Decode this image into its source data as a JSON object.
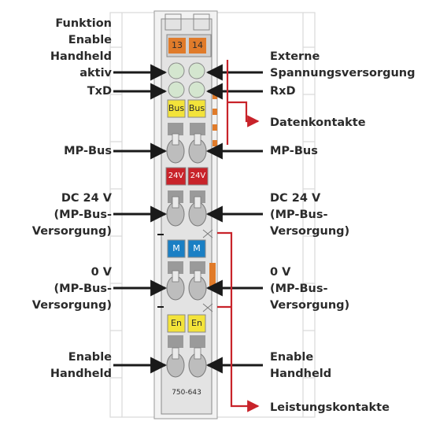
{
  "module": {
    "model": "750-643",
    "colors": {
      "orange": "#e07b2a",
      "yellow": "#f3e33a",
      "red": "#c8232a",
      "blue": "#1a7fc4",
      "green_led": "#d4e6cf",
      "body": "#e3e3e3",
      "arrow": "#1a1a1a",
      "contact_arrow": "#c8232a"
    },
    "led_labels": [
      "13",
      "14"
    ],
    "badges": {
      "bus": [
        "Bus",
        "Bus"
      ],
      "v24": [
        "24V",
        "24V"
      ],
      "m": [
        "M",
        "M"
      ],
      "en": [
        "En",
        "En"
      ]
    }
  },
  "left_labels": {
    "funktion": [
      "Funktion",
      "Enable",
      "Handheld",
      "aktiv"
    ],
    "txd": "TxD",
    "mpbus": "MP-Bus",
    "dc24": [
      "DC 24 V",
      "(MP-Bus-",
      "Versorgung)"
    ],
    "zero_v": [
      "0 V",
      "(MP-Bus-",
      "Versorgung)"
    ],
    "enable": [
      "Enable",
      "Handheld"
    ]
  },
  "right_labels": {
    "externe": [
      "Externe",
      "Spannungsversorgung"
    ],
    "rxd": "RxD",
    "datenkontakte": "Datenkontakte",
    "mpbus": "MP-Bus",
    "dc24": [
      "DC 24 V",
      "(MP-Bus-",
      "Versorgung)"
    ],
    "zero_v": [
      "0 V",
      "(MP-Bus-",
      "Versorgung)"
    ],
    "enable": [
      "Enable",
      "Handheld"
    ],
    "leistungskontakte": "Leistungskontakte"
  }
}
